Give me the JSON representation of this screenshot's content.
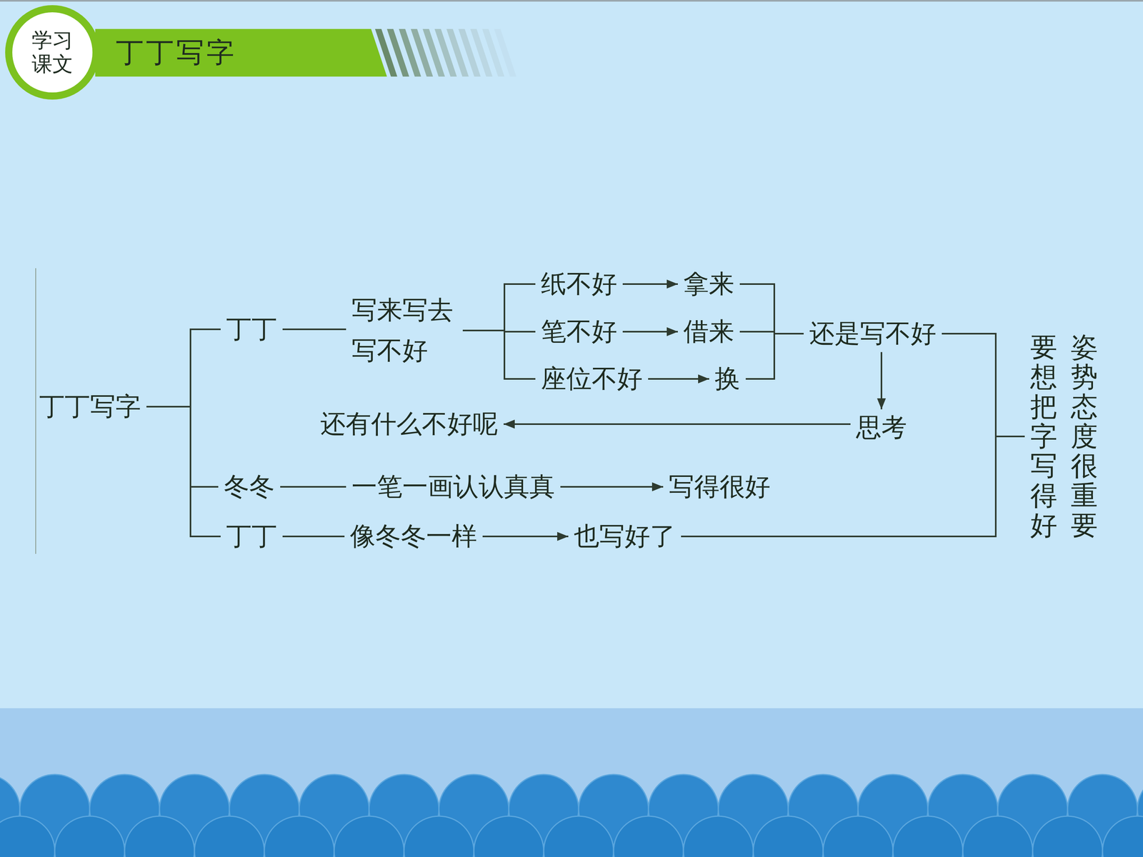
{
  "diagram": {
    "title": "丁丁写字",
    "nodes": [
      {
        "text": [
          "丁丁写字"
        ]
      },
      {
        "text": [
          "丁丁"
        ]
      },
      {
        "text": [
          "写来写去 写不好"
        ]
      },
      {
        "text": [
          "纸不好"
        ]
      },
      {
        "text": [
          "拿来"
        ]
      },
      {
        "text": [
          "笔不好"
        ]
      },
      {
        "text": [
          "借来"
        ]
      },
      {
        "text": [
          "座位不好"
        ]
      },
      {
        "text": [
          "换"
        ]
      },
      {
        "text": [
          "还是写不好"
        ]
      },
      {
        "text": [
          "思考"
        ]
      },
      {
        "text": [
          "还有什么不好呢"
        ]
      },
      {
        "text": [
          "冬冬"
        ]
      },
      {
        "text": [
          "一笔一画认认真真"
        ]
      },
      {
        "text": [
          "写得很好"
        ]
      },
      {
        "text": [
          "丁丁"
        ]
      },
      {
        "text": [
          "像冬冬一样"
        ]
      },
      {
        "text": [
          "也写好了"
        ]
      },
      {
        "text": [
          "要想把字写得好",
          "姿势态度很重要"
        ]
      }
    ],
    "edges": [
      {
        "from": 0,
        "to": 1,
        "arrow": "none"
      },
      {
        "from": 0,
        "to": 12,
        "arrow": "none"
      },
      {
        "from": 0,
        "to": 15,
        "arrow": "none"
      },
      {
        "from": 1,
        "to": 2,
        "arrow": "none"
      },
      {
        "from": 2,
        "to": 3,
        "arrow": "none"
      },
      {
        "from": 2,
        "to": 5,
        "arrow": "none"
      },
      {
        "from": 2,
        "to": 7,
        "arrow": "none"
      },
      {
        "from": 3,
        "to": 4,
        "arrow": "to"
      },
      {
        "from": 5,
        "to": 6,
        "arrow": "to"
      },
      {
        "from": 7,
        "to": 8,
        "arrow": "to"
      },
      {
        "from": 4,
        "to": 9,
        "arrow": "none"
      },
      {
        "from": 6,
        "to": 9,
        "arrow": "none"
      },
      {
        "from": 8,
        "to": 9,
        "arrow": "none"
      },
      {
        "from": 9,
        "to": 10,
        "arrow": "to"
      },
      {
        "from": 10,
        "to": 11,
        "arrow": "to"
      },
      {
        "from": 12,
        "to": 13,
        "arrow": "none"
      },
      {
        "from": 13,
        "to": 14,
        "arrow": "to"
      },
      {
        "from": 15,
        "to": 16,
        "arrow": "none"
      },
      {
        "from": 16,
        "to": 17,
        "arrow": "to"
      },
      {
        "from": 9,
        "to": 18,
        "arrow": "none"
      },
      {
        "from": 17,
        "to": 18,
        "arrow": "none"
      }
    ],
    "labels": [
      "学习 课文"
    ]
  }
}
